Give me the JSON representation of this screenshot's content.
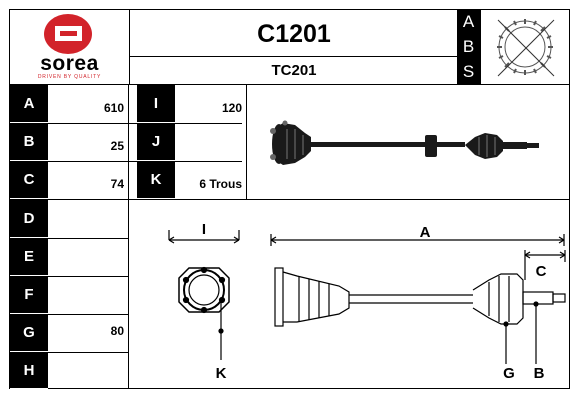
{
  "brand": {
    "name": "sorea",
    "tagline": "DRIVEN BY QUALITY",
    "logo_color": "#d2232a"
  },
  "header": {
    "part_number": "C1201",
    "ref_code": "TC201",
    "abs_letters": [
      "A",
      "B",
      "S"
    ]
  },
  "specs_left": [
    {
      "key": "A",
      "value": "610"
    },
    {
      "key": "B",
      "value": "25"
    },
    {
      "key": "C",
      "value": "74"
    },
    {
      "key": "D",
      "value": ""
    },
    {
      "key": "E",
      "value": ""
    },
    {
      "key": "F",
      "value": ""
    },
    {
      "key": "G",
      "value": "80"
    },
    {
      "key": "H",
      "value": ""
    }
  ],
  "specs_right": [
    {
      "key": "I",
      "value": "120"
    },
    {
      "key": "J",
      "value": ""
    },
    {
      "key": "K",
      "value": "6 Trous"
    }
  ],
  "diagram_labels": {
    "flange_width": "I",
    "flange_holes": "K",
    "total_length": "A",
    "spline_length": "C",
    "boot_diameter": "G",
    "spline_diameter": "B"
  }
}
